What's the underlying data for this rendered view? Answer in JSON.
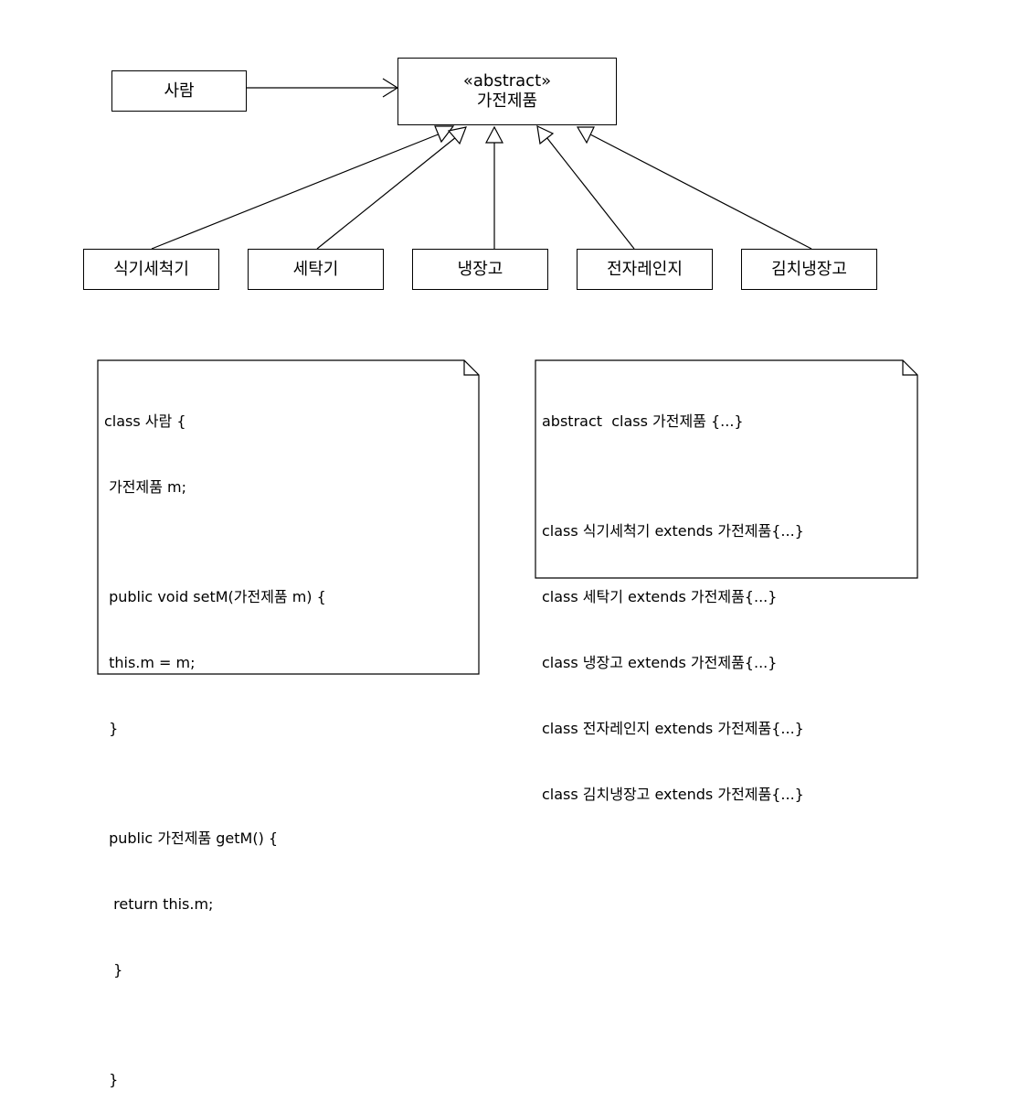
{
  "diagram": {
    "person_class": "사람",
    "abstract_class": {
      "stereotype": "«abstract»",
      "name": "가전제품"
    },
    "subclasses": [
      "식기세척기",
      "세탁기",
      "냉장고",
      "전자레인지",
      "김치냉장고"
    ]
  },
  "notes": {
    "person_code": [
      "class 사람 {",
      " 가전제품 m;",
      "",
      " public void setM(가전제품 m) {",
      " this.m = m;",
      " }",
      "",
      " public 가전제품 getM() {",
      "  return this.m;",
      "  }",
      "",
      " }"
    ],
    "class_code": [
      "abstract  class 가전제품 {...}",
      "",
      "class 식기세척기 extends 가전제품{...}",
      "class 세탁기 extends 가전제품{...}",
      "class 냉장고 extends 가전제품{...}",
      "class 전자레인지 extends 가전제품{...}",
      "class 김치냉장고 extends 가전제품{...}"
    ]
  }
}
